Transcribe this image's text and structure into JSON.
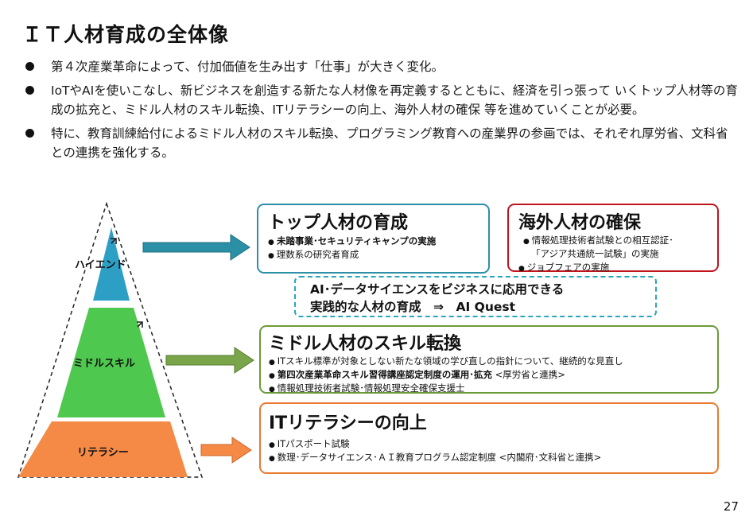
{
  "title": "ＩＴ人材育成の全体像",
  "bullets": [
    "第４次産業革命によって、付加価値を生み出す「仕事」が大きく変化。",
    "IoTやAIを使いこなし、新ビジネスを創造する新たな人材像を再定義するとともに、経済を引っ張って いくトップ人材等の育成の拡充と、ミドル人材のスキル転換、ITリテラシーの向上、海外人材の確保 等を進めていくことが必要。",
    "特に、教育訓練給付によるミドル人材のスキル転換、プログラミング教育への産業界の参画では、それぞれ厚労省、文科省との連携を強化する。"
  ],
  "pyramid": {
    "levels": [
      "ハイエンド",
      "ミドルスキル",
      "リテラシー"
    ],
    "colors": {
      "top": "#2e9fc4",
      "middle": "#4ec84e",
      "bottom": "#f48a45"
    }
  },
  "top_box": {
    "heading": "トップ人材の育成",
    "items": [
      {
        "text": "未踏事業･セキュリティキャンプの実施",
        "bold": true
      },
      {
        "text": "理数系の研究者育成",
        "bold": false
      }
    ],
    "color": "#2b8fa6"
  },
  "foreign_box": {
    "heading": "海外人材の確保",
    "items": [
      {
        "text": "情報処理技術者試験との相互認証･",
        "bold": false
      },
      {
        "text": "「アジア共通統一試験」の実施",
        "bold": false,
        "continuation": true
      },
      {
        "text": "ジョブフェアの実施",
        "bold": false
      }
    ],
    "color": "#c0141e"
  },
  "quest": {
    "line1": "AI･データサイエンスをビジネスに応用できる",
    "line2": "実践的な人材の育成　⇒　AI Quest"
  },
  "middle_box": {
    "heading": "ミドル人材のスキル転換",
    "items": [
      {
        "text": "ITスキル標準が対象としない新たな領域の学び直しの指針について、継続的な見直し",
        "bold": false
      },
      {
        "text": "第四次産業革命スキル習得講座認定制度の運用･拡充",
        "bold": true,
        "suffix": " <厚労省と連携>"
      },
      {
        "text": "情報処理技術者試験･情報処理安全確保支援士",
        "bold": false
      }
    ],
    "color": "#6b9a3a"
  },
  "literacy_box": {
    "heading": "ITリテラシーの向上",
    "items": [
      {
        "text": "ITパスポート試験",
        "bold": false
      },
      {
        "text": "数理･データサイエンス･ＡＩ教育プログラム認定制度 <内閣府･文科省と連携>",
        "bold": false
      }
    ],
    "color": "#e8792f"
  },
  "page_number": "27"
}
